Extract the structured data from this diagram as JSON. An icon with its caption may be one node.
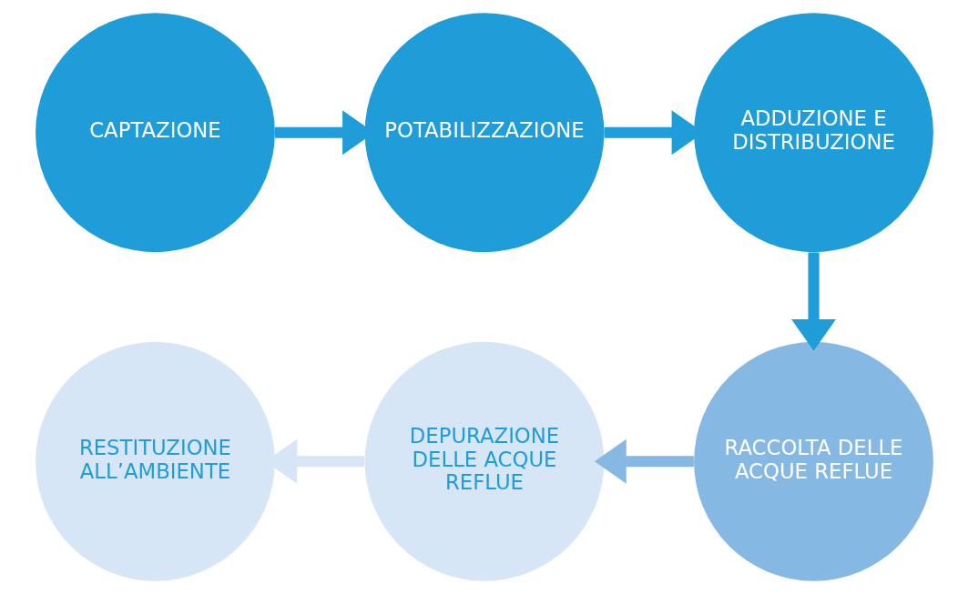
{
  "diagram": {
    "nodes": [
      {
        "text": [
          "CAPTAZIONE"
        ]
      },
      {
        "text": [
          "POTABILIZZAZIONE"
        ]
      },
      {
        "text": [
          "ADDUZIONE E DISTRIBUZIONE"
        ]
      },
      {
        "text": [
          "RACCOLTA DELLE ACQUE REFLUE"
        ]
      },
      {
        "text": [
          "DEPURAZIONE DELLE ACQUE REFLUE"
        ]
      },
      {
        "text": [
          "RESTITUZIONE ALL’AMBIENTE"
        ]
      }
    ],
    "edges": [
      {
        "from": 0,
        "to": 1,
        "arrow": "to"
      },
      {
        "from": 1,
        "to": 2,
        "arrow": "to"
      },
      {
        "from": 2,
        "to": 3,
        "arrow": "to"
      },
      {
        "from": 3,
        "to": 4,
        "arrow": "to",
        "color": "#85b9e3"
      },
      {
        "from": 4,
        "to": 5,
        "arrow": "to",
        "color": "#d6e6f6"
      }
    ]
  }
}
